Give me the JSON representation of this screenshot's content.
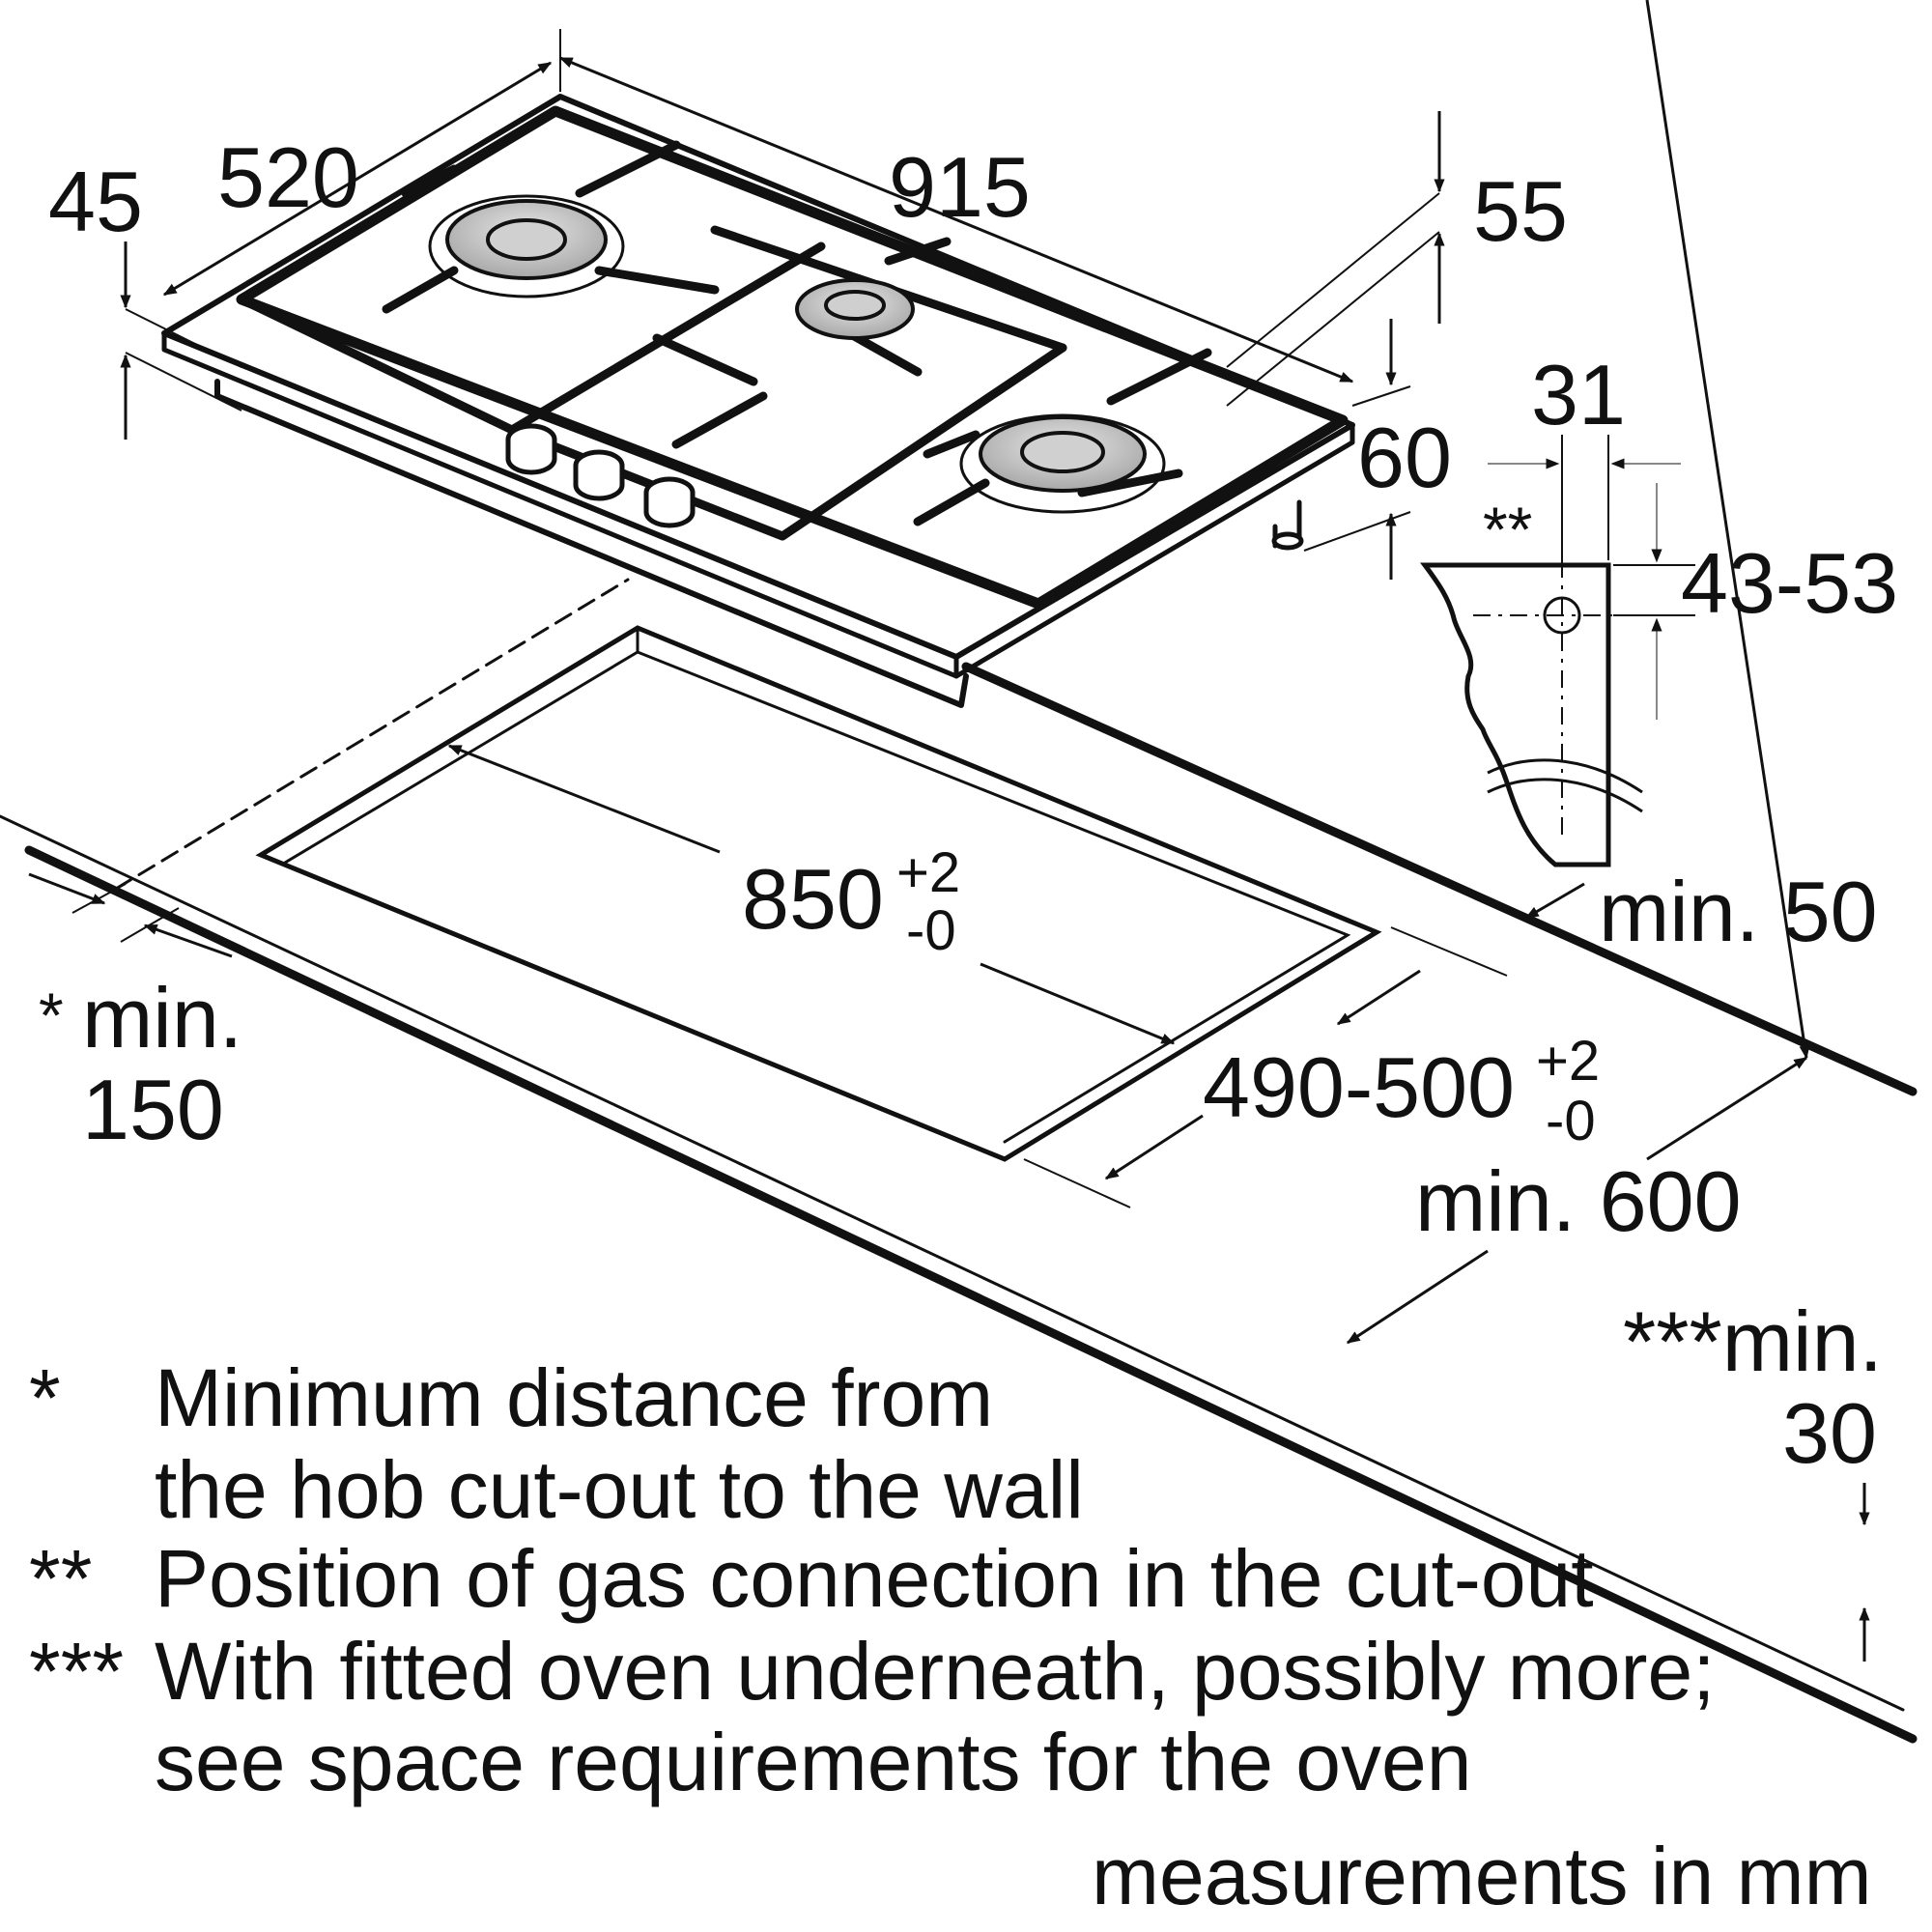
{
  "dimensions": {
    "d45": "45",
    "d520": "520",
    "d915": "915",
    "d55": "55",
    "d31": "31",
    "d60": "60",
    "d43_53": "43-53",
    "d_gas_marker": "**",
    "d_min50": "min. 50",
    "d850": "850",
    "d850_sup": "+2",
    "d850_sub": "-0",
    "d490_500": "490-500",
    "d490_sup": "+2",
    "d490_sub": "-0",
    "d_min600": "min. 600",
    "d_min150_star": "*",
    "d_min150_line1": "min.",
    "d_min150_line2": "150",
    "d_min30_line1": "***min.",
    "d_min30_line2": "30"
  },
  "notes": [
    {
      "marker": "*",
      "line1": "Minimum distance from",
      "line2": "the hob cut-out to the wall"
    },
    {
      "marker": "**",
      "line1": "Position of gas connection in the cut-out"
    },
    {
      "marker": "***",
      "line1": "With fitted oven underneath, possibly more;",
      "line2": "see space requirements for the oven"
    }
  ],
  "footer": "measurements in mm"
}
